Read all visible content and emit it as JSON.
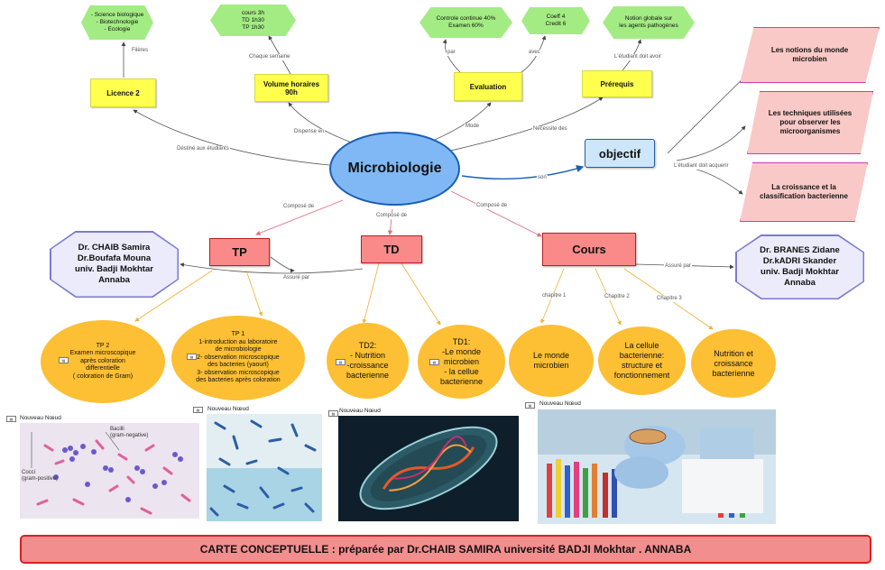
{
  "center": {
    "label": "Microbiologie"
  },
  "objectif": {
    "label": "objectif"
  },
  "top_green": [
    {
      "text": "- Science biologique\n- Biotechnologie\n- Ecologie"
    },
    {
      "text": "cours 3h\nTD  1h30\nTP  1h30"
    },
    {
      "text": "Controle continue 40%\nExamen 60%"
    },
    {
      "text": "Coeff 4\nCredit 6"
    },
    {
      "text": "Notion globale sur\nles agents pathogènes"
    }
  ],
  "yellow_boxes": [
    {
      "label": "Licence 2"
    },
    {
      "label": "Volume horaires\n90h"
    },
    {
      "label": "Evaluation"
    },
    {
      "label": "Prérequis"
    }
  ],
  "objectives": [
    {
      "text": "Les notions du monde microbien"
    },
    {
      "text": "Les techniques utilisées pour observer les microorganismes"
    },
    {
      "text": "La croissance et la classification bacterienne"
    }
  ],
  "red_boxes": {
    "tp": "TP",
    "td": "TD",
    "cours": "Cours"
  },
  "teachers": {
    "left": "Dr. CHAIB Samira\nDr.Boufafa Mouna\nuniv. Badji Mokhtar\nAnnaba",
    "right": "Dr. BRANES Zidane\nDr.kADRI Skander\nuniv. Badji Mokhtar\nAnnaba"
  },
  "edge_labels": {
    "fileres": "Filères",
    "chaque_semaine": "Chaque semaine",
    "par": "par",
    "avec": "avec",
    "etudiant_doit_avoir": "L'étudiant doit avoir",
    "destine": "Déstiné aux étudiants",
    "dispense": "Dispense en",
    "mode": "Mode",
    "necessite": "Nécessite des",
    "son": "son",
    "etudiant_doit_acquerir": "L'étudiant doit acquerir",
    "compose_tp": "Composé de",
    "compose_td": "Composé de",
    "compose_cours": "Composé de",
    "assure_tp": "Assuré par",
    "assure_cours": "Assuré par",
    "chapitre1": "chapitre 1",
    "chapitre2": "Chapitre 2",
    "chapitre3": "Chapitre 3"
  },
  "orange_nodes": {
    "tp2": "TP 2\nExamen microscopique\naprès coloration\ndifferentielle\n( coloration de Gram)",
    "tp1": "TP 1\n1-introduction au laboratoire\nde microbiologie\n2- observation microscopique\ndes bacteries (yaourt)\n3- observation microscopique\ndes bacteries après coloration",
    "td2": "TD2:\n- Nutrition\n-croissance\nbacterienne",
    "td1": "TD1:\n-Le monde\nmicrobien\n- la cellue\nbacterienne",
    "c1": "Le monde\nmicrobien",
    "c2": "La cellule\nbacterienne:\nstructure et\nfonctionnement",
    "c3": "Nutrition et\ncroissance\nbacterienne"
  },
  "image_nodes": {
    "n1": "Nouveau Nœud",
    "n2": "Nouveau Nœud",
    "n3": "Nouveau Nœud",
    "n4": "Nouveau Nœud"
  },
  "image1_labels": {
    "bacilli": "Bacilli\n(gram-negative)",
    "cocci": "Cocci\n(gram-positive)"
  },
  "footer": "CARTE CONCEPTUELLE : préparée par Dr.CHAIB SAMIRA université BADJI Mokhtar . ANNABA",
  "colors": {
    "center_fill": "#7fb8f4",
    "yellow": "#ffff4d",
    "green": "#a3ec83",
    "pink": "#f9c9c7",
    "red_box": "#fa8a8a",
    "orange": "#fdbf33",
    "footer": "#f38e8e"
  }
}
